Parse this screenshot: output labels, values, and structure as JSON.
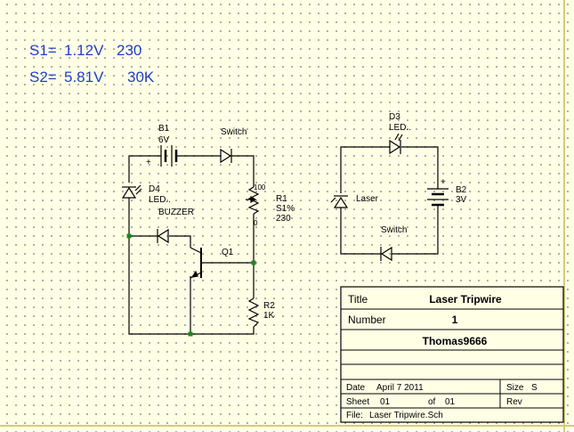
{
  "measurements": {
    "s1": {
      "label": "S1=",
      "value": "1.12V",
      "setting": "230"
    },
    "s2": {
      "label": "S2=",
      "value": "5.81V",
      "setting": "30K"
    }
  },
  "circuit1": {
    "b1": {
      "ref": "B1",
      "value": "6V",
      "plus": "+"
    },
    "switch": "Switch",
    "d4": {
      "ref": "D4",
      "value": "LED.."
    },
    "buzzer": "BUZZER",
    "q1": "Q1",
    "r1": {
      "ref": "R1",
      "value": "S1%",
      "setting": "230",
      "top": "100",
      "bottom": "0"
    },
    "r2": {
      "ref": "R2",
      "value": "1K"
    }
  },
  "circuit2": {
    "d3": {
      "ref": "D3",
      "value": "LED.."
    },
    "laser": "Laser",
    "b2": {
      "ref": "B2",
      "value": "3V",
      "plus": "+"
    },
    "switch": "Switch"
  },
  "title_block": {
    "title_label": "Title",
    "title": "Laser Tripwire",
    "number_label": "Number",
    "number": "1",
    "author": "Thomas9666",
    "date_label": "Date",
    "date": "April 7 2011",
    "size_label": "Size",
    "size": "S",
    "sheet_label": "Sheet",
    "sheet": "01",
    "of_label": "of",
    "of": "01",
    "rev_label": "Rev",
    "file_label": "File:",
    "file": "Laser Tripwire.Sch"
  },
  "colors": {
    "measure": "#1f3fc7",
    "wire": "#000000",
    "junction": "#1a8a1a",
    "background": "#ffffe6",
    "border": "#d4cc7a"
  }
}
